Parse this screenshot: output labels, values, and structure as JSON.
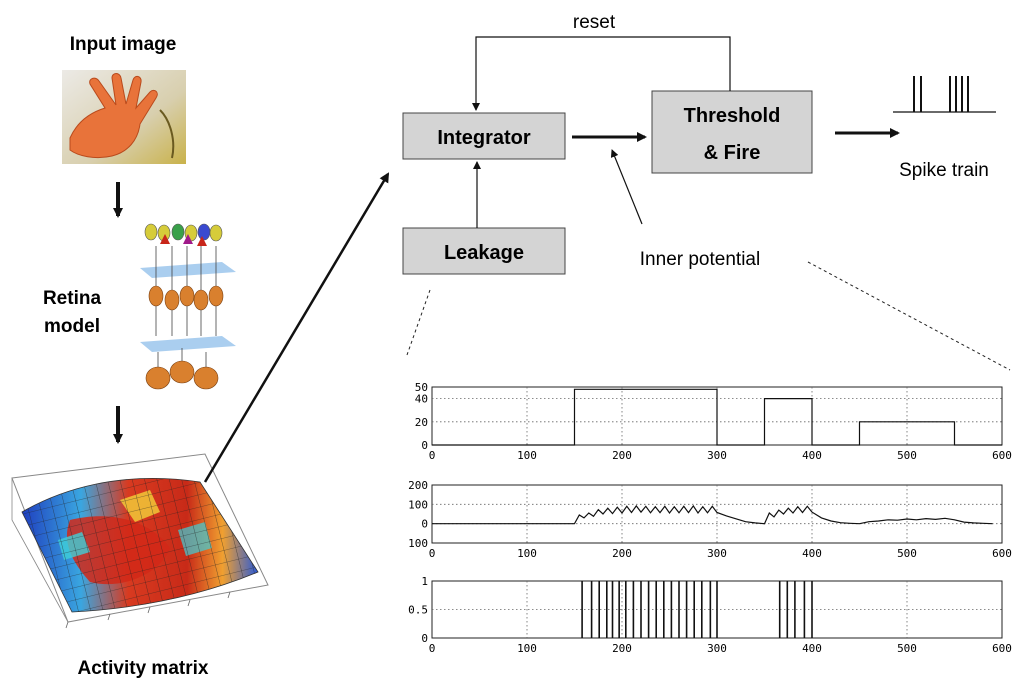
{
  "pipeline": {
    "input_label": "Input image",
    "retina_label_1": "Retina",
    "retina_label_2": "model",
    "activity_label": "Activity matrix"
  },
  "neuron": {
    "integrator_label": "Integrator",
    "threshold_label_1": "Threshold",
    "threshold_label_2": "& Fire",
    "leakage_label": "Leakage",
    "reset_label": "reset",
    "inner_potential_label": "Inner potential",
    "spike_train_label": "Spike train"
  },
  "colors": {
    "box_fill": "#d4d4d4",
    "skin": "#e8733a",
    "cold": "#1a3dc4",
    "hot": "#d62718"
  },
  "chart_data": [
    {
      "type": "line",
      "title": "",
      "xlabel": "",
      "ylabel": "",
      "xlim": [
        0,
        600
      ],
      "ylim": [
        0,
        50
      ],
      "xticks": [
        "0",
        "100",
        "200",
        "300",
        "400",
        "500",
        "600"
      ],
      "yticks": [
        "0",
        "20",
        "40",
        "50"
      ],
      "grid": true,
      "series": [
        {
          "x": [
            0,
            150,
            150,
            300,
            300,
            350,
            350,
            400,
            400,
            450,
            450,
            550,
            550,
            600
          ],
          "values": [
            0,
            0,
            48,
            48,
            0,
            0,
            40,
            40,
            0,
            0,
            20,
            20,
            0,
            0
          ]
        }
      ]
    },
    {
      "type": "line",
      "title": "",
      "xlabel": "",
      "ylabel": "",
      "xlim": [
        0,
        600
      ],
      "ylim": [
        -100,
        200
      ],
      "xticks": [
        "0",
        "100",
        "200",
        "300",
        "400",
        "500",
        "600"
      ],
      "yticks": [
        "100",
        "0",
        "100",
        "200"
      ],
      "grid": true,
      "series": [
        {
          "x": [
            0,
            150,
            155,
            160,
            165,
            170,
            175,
            180,
            185,
            190,
            195,
            200,
            205,
            210,
            215,
            220,
            225,
            230,
            235,
            240,
            245,
            250,
            255,
            260,
            265,
            270,
            275,
            280,
            285,
            290,
            295,
            300,
            310,
            320,
            330,
            340,
            350,
            355,
            360,
            365,
            370,
            375,
            380,
            385,
            390,
            395,
            400,
            410,
            420,
            430,
            440,
            450,
            460,
            470,
            480,
            490,
            500,
            510,
            520,
            530,
            540,
            550,
            560,
            570,
            580,
            590
          ],
          "values": [
            0,
            0,
            45,
            30,
            55,
            38,
            72,
            50,
            80,
            52,
            85,
            55,
            90,
            58,
            92,
            60,
            90,
            56,
            88,
            57,
            90,
            55,
            88,
            56,
            90,
            57,
            92,
            55,
            88,
            56,
            90,
            58,
            40,
            25,
            10,
            4,
            0,
            55,
            35,
            70,
            50,
            80,
            55,
            88,
            58,
            90,
            60,
            30,
            14,
            5,
            2,
            0,
            10,
            14,
            20,
            18,
            24,
            20,
            26,
            22,
            28,
            20,
            8,
            4,
            2,
            0
          ]
        }
      ]
    },
    {
      "type": "line",
      "title": "",
      "xlabel": "",
      "ylabel": "",
      "xlim": [
        0,
        600
      ],
      "ylim": [
        0,
        1
      ],
      "xticks": [
        "0",
        "100",
        "200",
        "300",
        "400",
        "500",
        "600"
      ],
      "yticks": [
        "0",
        "0.5",
        "1"
      ],
      "grid": true,
      "series": [
        {
          "name": "",
          "x": [
            158,
            168,
            176,
            184,
            190,
            197,
            204,
            212,
            220,
            228,
            236,
            244,
            252,
            260,
            268,
            276,
            284,
            293,
            300,
            366,
            374,
            382,
            392,
            400
          ],
          "values": [
            1,
            1,
            1,
            1,
            1,
            1,
            1,
            1,
            1,
            1,
            1,
            1,
            1,
            1,
            1,
            1,
            1,
            1,
            1,
            1,
            1,
            1,
            1,
            1
          ]
        }
      ]
    }
  ]
}
